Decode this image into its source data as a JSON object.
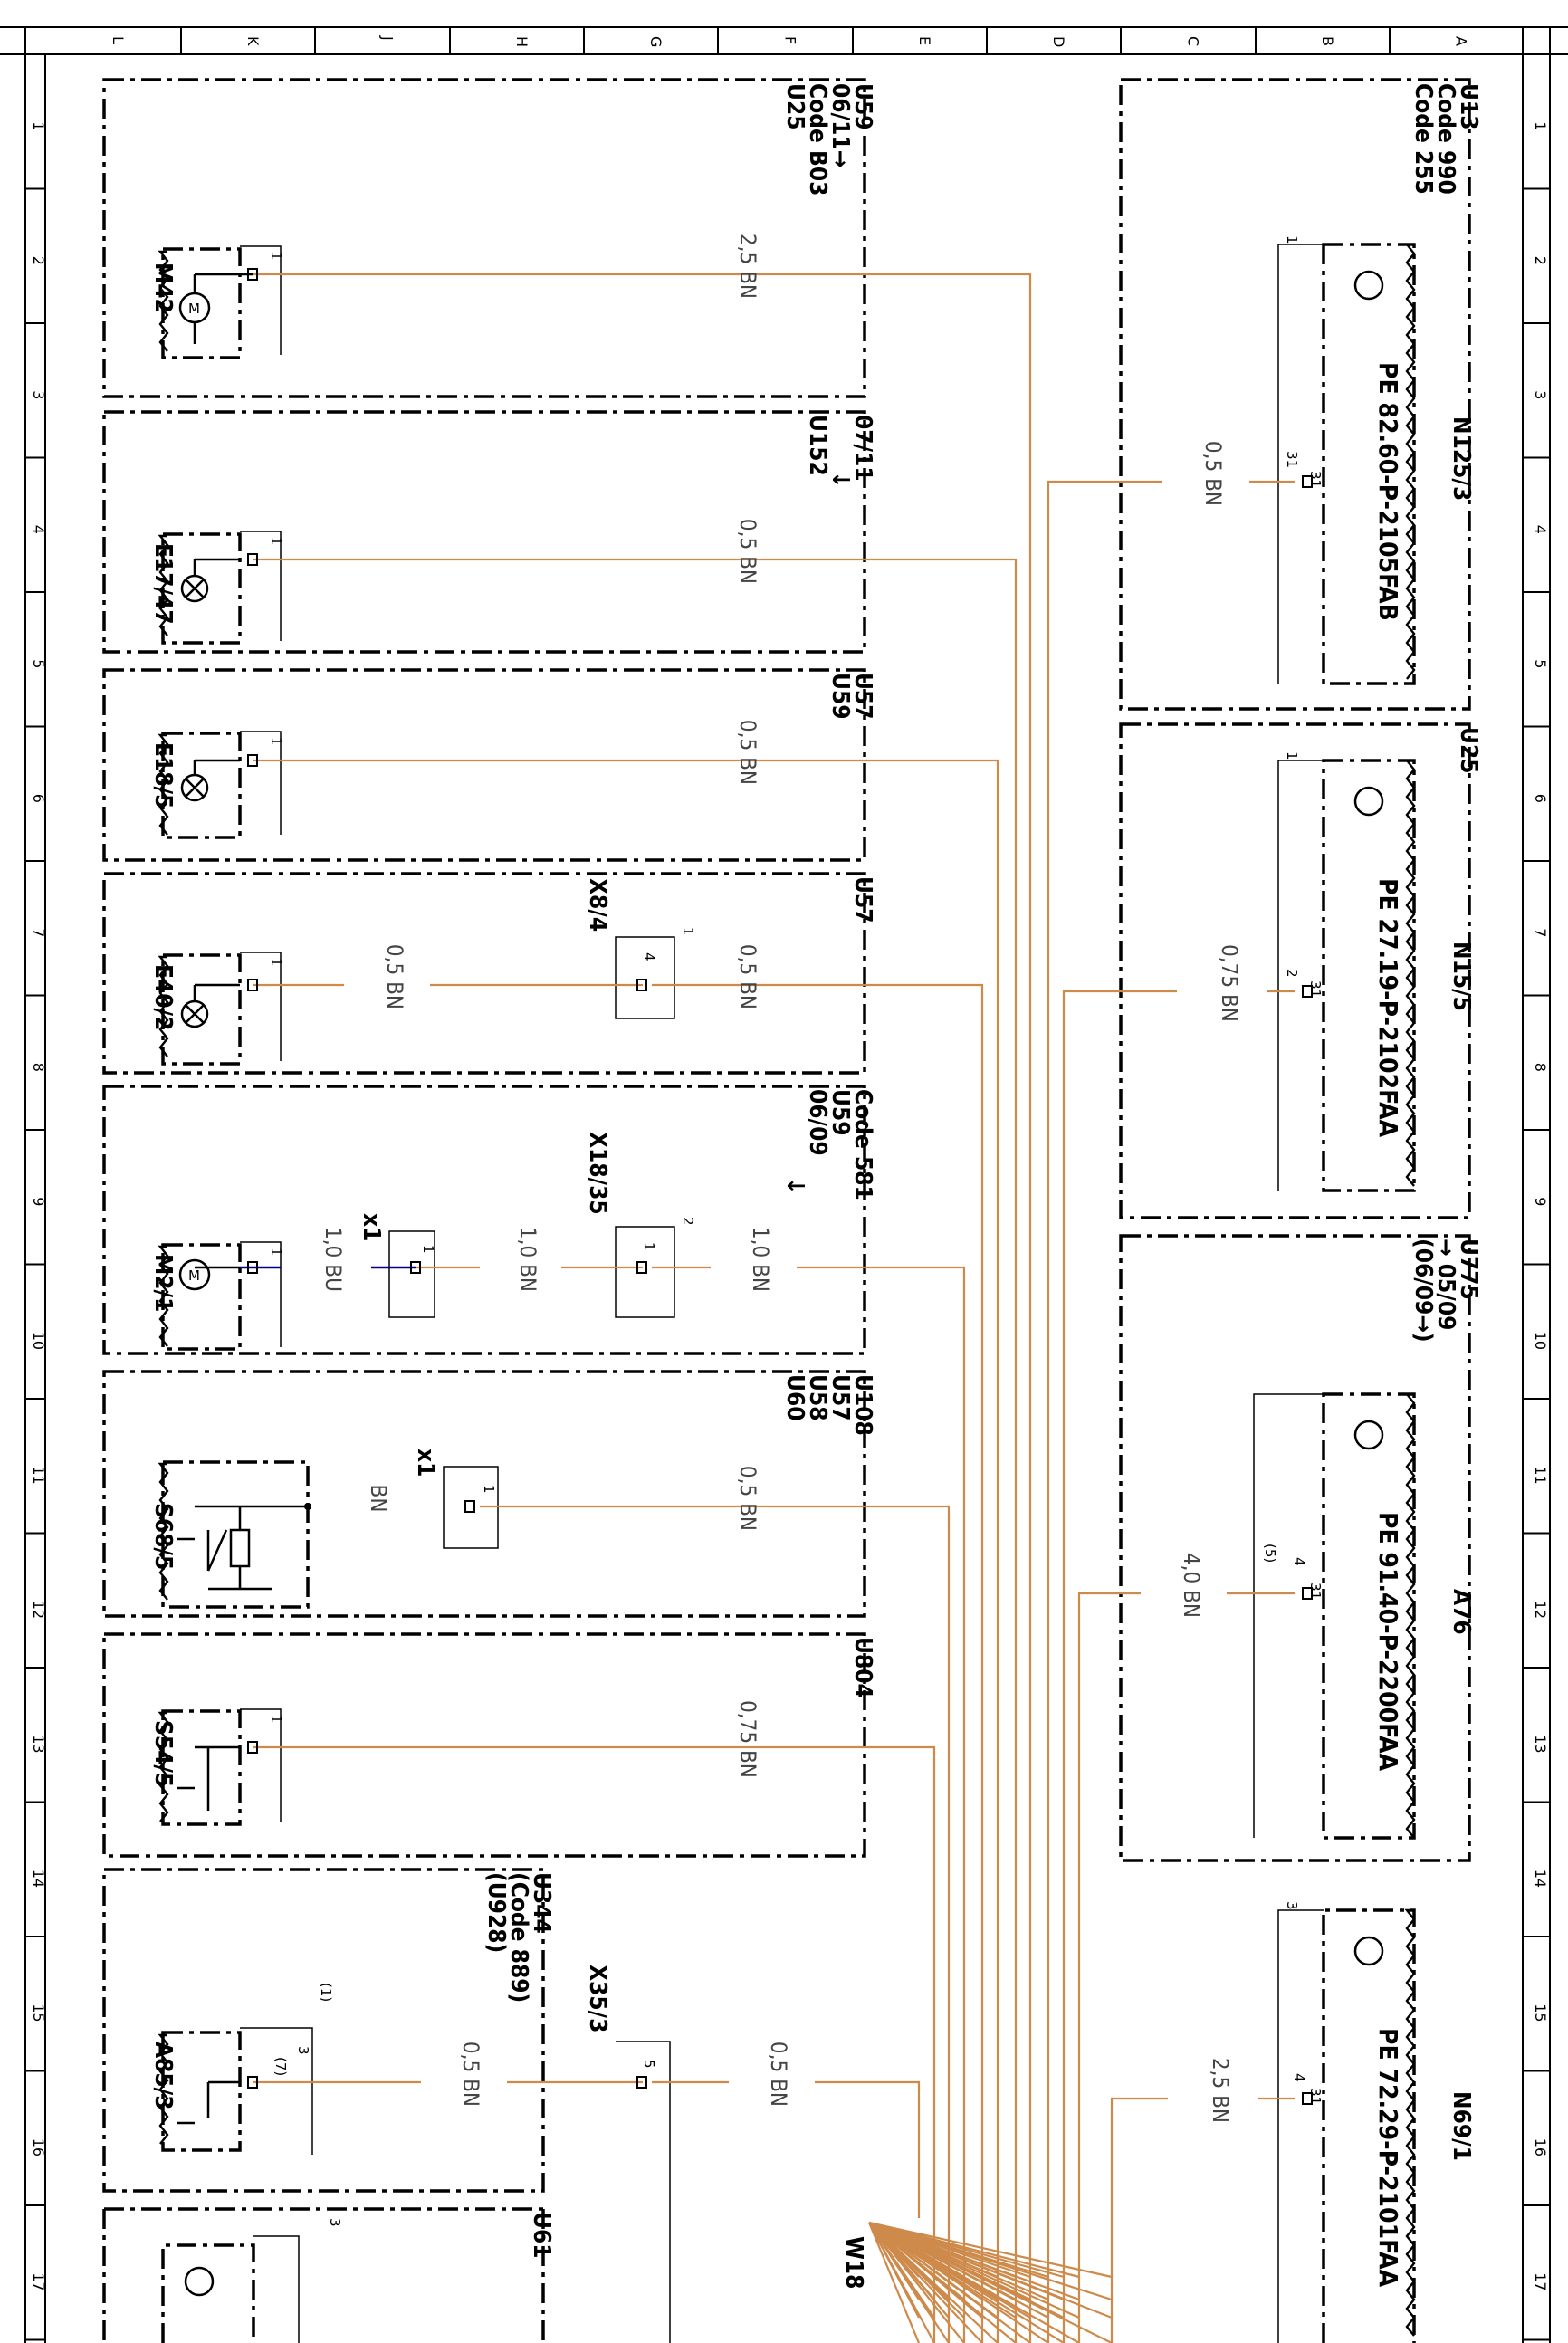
{
  "grid": {
    "columns": [
      "L",
      "K",
      "J",
      "H",
      "G",
      "F",
      "E",
      "D",
      "C",
      "B",
      "A"
    ],
    "rows": [
      "1",
      "2",
      "3",
      "4",
      "5",
      "6",
      "7",
      "8",
      "9",
      "10",
      "11",
      "12",
      "13",
      "14",
      "15",
      "16",
      "17"
    ]
  },
  "colors": {
    "wire_bn": "#cd8a4a",
    "wire_bu": "#00008b",
    "frame": "#000000"
  },
  "harness": {
    "label": "W18"
  },
  "left_boxes": [
    {
      "id": "m42",
      "codes": [
        "U59",
        "06/11→",
        "Code B03",
        "U25"
      ],
      "component": "M42",
      "component_icon": "motor-icon",
      "wire": "2,5 BN",
      "pin": "1"
    },
    {
      "id": "e17",
      "codes": [
        "07/11",
        "↓",
        "U152"
      ],
      "component": "E17/47",
      "component_icon": "lamp-icon",
      "wire": "0,5 BN",
      "pin": "1"
    },
    {
      "id": "e18",
      "codes": [
        "U57",
        "U59"
      ],
      "component": "E18/5",
      "component_icon": "lamp-icon",
      "wire": "0,5 BN",
      "pin": "1"
    },
    {
      "id": "e40",
      "codes": [
        "U57"
      ],
      "component": "E40/2",
      "component_icon": "lamp-icon",
      "wire_left": "0,5 BN",
      "wire": "0,5 BN",
      "connector": "X8/4",
      "connector_pin_outer": "1",
      "connector_pin_inner": "4",
      "pin": "1"
    },
    {
      "id": "m2",
      "codes": [
        "Code 581",
        "U59",
        "06/09",
        "↓"
      ],
      "component": "M2/1",
      "component_icon": "motor-icon",
      "wire_bu": "1,0 BU",
      "wire_mid": "1,0 BN",
      "wire": "1,0 BN",
      "connector_x1": "x1",
      "connector": "X18/35",
      "connector_pin_outer": "2",
      "connector_pin_inner": "1",
      "pin": "1"
    },
    {
      "id": "s68",
      "codes": [
        "U108",
        "U57",
        "U58",
        "U60"
      ],
      "component": "S68/5",
      "component_icon": "switch-icon",
      "wire_left": "BN",
      "wire": "0,5 BN",
      "connector_x1": "x1",
      "pin": "1"
    },
    {
      "id": "s54",
      "codes": [
        "U804"
      ],
      "component": "S54/5",
      "component_icon": "switch-icon",
      "wire": "0,75 BN",
      "pin": "1"
    },
    {
      "id": "a85",
      "codes": [
        "U344",
        "(Code 889)",
        "(U928)"
      ],
      "component": "A85/3",
      "component_icon": "switch-icon",
      "wire_left": "0,5 BN",
      "wire": "0,5 BN",
      "connector": "X35/3",
      "connector_pin": "5",
      "pin": "3",
      "pin_alt": "(7)",
      "pin_alt2": "(1)"
    },
    {
      "id": "u61",
      "codes": [
        "U61"
      ],
      "pin_top": "3"
    }
  ],
  "right_boxes": [
    {
      "id": "n125",
      "codes": [
        "U13",
        "Code 990",
        "Code 255"
      ],
      "component": "N125/3",
      "pe": "PE 82.60-P-2105FAB",
      "wire": "0,5 BN",
      "pin_top": "1",
      "pin_a": "31",
      "pin_b": "31"
    },
    {
      "id": "n15",
      "codes": [
        "U25"
      ],
      "component": "N15/5",
      "pe": "PE 27.19-P-2102FAA",
      "wire": "0,75 BN",
      "pin_top": "1",
      "pin_a": "2",
      "pin_b": "31"
    },
    {
      "id": "a76",
      "codes": [
        "U775",
        "→ 05/09",
        "(06/09→)"
      ],
      "component": "A76",
      "pe": "PE 91.40-P-2200FAA",
      "wire": "4,0 BN",
      "pin_a": "4",
      "pin_a_alt": "(5)",
      "pin_b": "31"
    },
    {
      "id": "n69",
      "codes": [],
      "component": "N69/1",
      "pe": "PE 72.29-P-2101FAA",
      "wire": "2,5 BN",
      "pin_top": "3",
      "pin_a": "4",
      "pin_b": "31"
    }
  ]
}
